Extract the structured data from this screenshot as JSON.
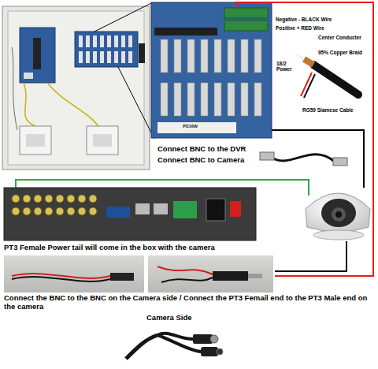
{
  "diagram": {
    "labels": [
      "Negative - BLACK Wire",
      "Positive + RED Wire",
      "Center Conducter",
      "95% Copper Braid",
      "18/2 Power",
      "RG59 Siamese Cable",
      "PD16W",
      "Connect BNC to the DVR",
      "Connect BNC to Camera",
      "PT3 Female Power tail will come in the box with the camera",
      "Connect the BNC to the BNC on the Camera side / Connect the PT3 Femail end to the PT3 Male end on the camera",
      "Camera Side"
    ]
  }
}
